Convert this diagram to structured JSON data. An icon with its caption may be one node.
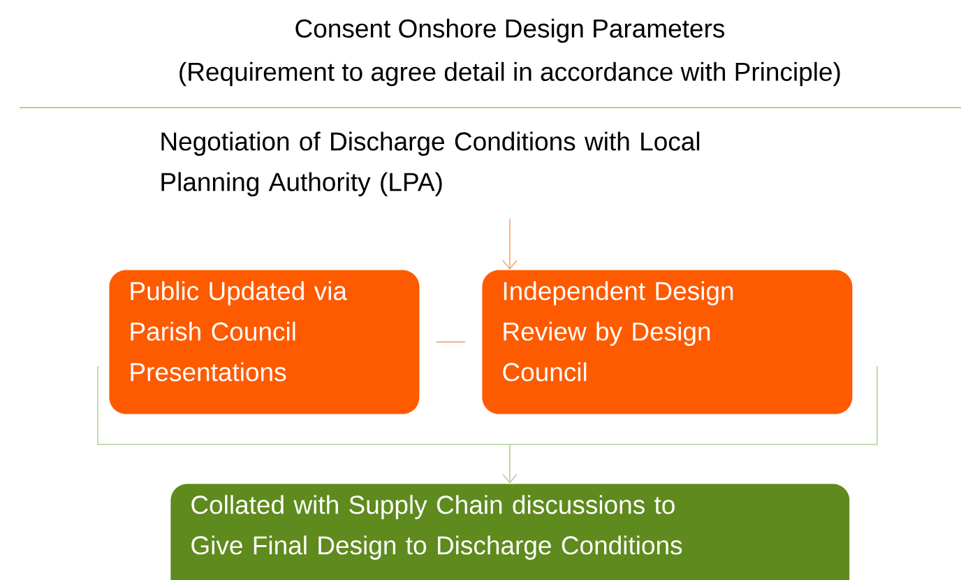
{
  "diagram": {
    "title": "Consent Onshore Design Parameters",
    "labels": [
      "(Requirement to agree detail in accordance with Principle)"
    ],
    "nodes": [
      {
        "text": [
          "Negotiation of Discharge Conditions with Local Planning Authority (LPA)"
        ]
      },
      {
        "text": [
          "Public Updated via Parish Council Presentations"
        ]
      },
      {
        "text": [
          "Independent Design Review by Design Council"
        ]
      },
      {
        "text": [
          "Collated with Supply Chain discussions to Give Final Design to Discharge Conditions"
        ]
      }
    ],
    "edges": [
      {
        "from": 0,
        "to": 2,
        "arrow": "to",
        "color": "#f5a66e"
      },
      {
        "from": 1,
        "to": 2,
        "arrow": "none",
        "color": "#f5a66e"
      },
      {
        "from": 1,
        "to": 3,
        "arrow": "to"
      },
      {
        "from": 2,
        "to": 3,
        "arrow": "to"
      }
    ]
  }
}
